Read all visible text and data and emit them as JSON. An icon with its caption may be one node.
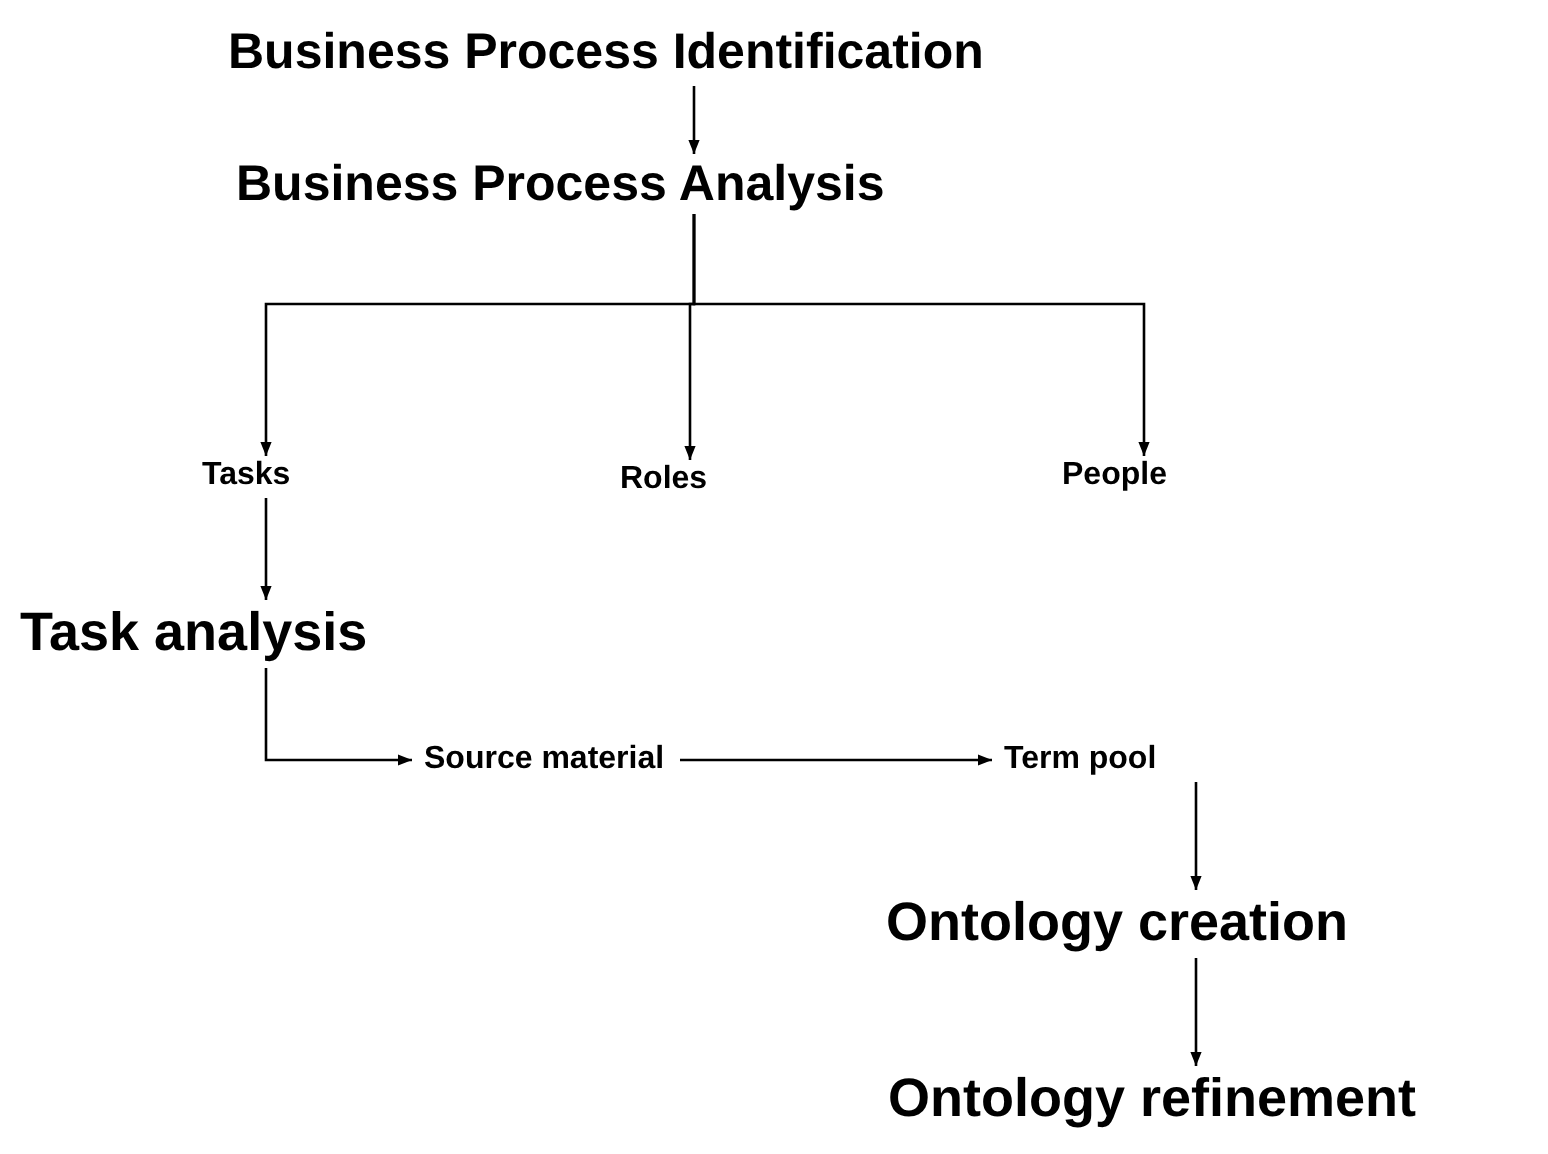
{
  "diagram": {
    "nodes": [
      {
        "text": [
          "Business Process Identification"
        ]
      },
      {
        "text": [
          "Business Process Analysis"
        ]
      },
      {
        "text": [
          "Tasks"
        ]
      },
      {
        "text": [
          "Roles"
        ]
      },
      {
        "text": [
          "People"
        ]
      },
      {
        "text": [
          "Task analysis"
        ]
      },
      {
        "text": [
          "Source material"
        ]
      },
      {
        "text": [
          "Term pool"
        ]
      },
      {
        "text": [
          "Ontology creation"
        ]
      },
      {
        "text": [
          "Ontology refinement"
        ]
      }
    ],
    "edges": [
      {
        "from": 0,
        "to": 1,
        "arrow": "to"
      },
      {
        "from": 1,
        "to": 2,
        "arrow": "to"
      },
      {
        "from": 1,
        "to": 3,
        "arrow": "to"
      },
      {
        "from": 1,
        "to": 4,
        "arrow": "to"
      },
      {
        "from": 2,
        "to": 5,
        "arrow": "to"
      },
      {
        "from": 5,
        "to": 6,
        "arrow": "to"
      },
      {
        "from": 6,
        "to": 7,
        "arrow": "to"
      },
      {
        "from": 7,
        "to": 8,
        "arrow": "to"
      },
      {
        "from": 8,
        "to": 9,
        "arrow": "to"
      }
    ]
  }
}
